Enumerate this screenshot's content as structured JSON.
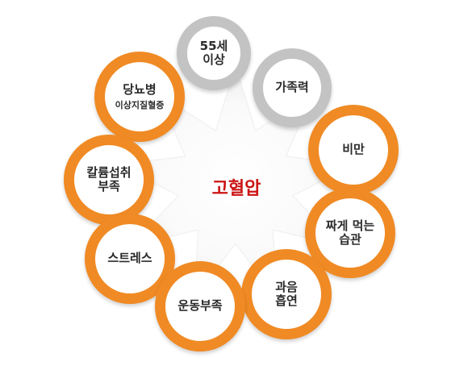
{
  "center": {
    "label": "고혈압"
  },
  "nodes": {
    "age": {
      "line1": "55세",
      "line2": "이상"
    },
    "family": {
      "line1": "가족력"
    },
    "obesity": {
      "line1": "비만"
    },
    "salty": {
      "line1": "짜게 먹는",
      "line2": "습관"
    },
    "drinking": {
      "line1": "과음",
      "line2": "흡연"
    },
    "exercise": {
      "line1": "운동부족"
    },
    "stress": {
      "line1": "스트레스"
    },
    "potassium": {
      "line1": "칼륨섭취",
      "line2": "부족"
    },
    "diabetes": {
      "line1": "당뇨병",
      "line2": "이상지질혈증"
    }
  },
  "colors": {
    "ring_orange": "#f08a24",
    "ring_gray": "#c3c3c3",
    "center_text": "#cc1414"
  }
}
